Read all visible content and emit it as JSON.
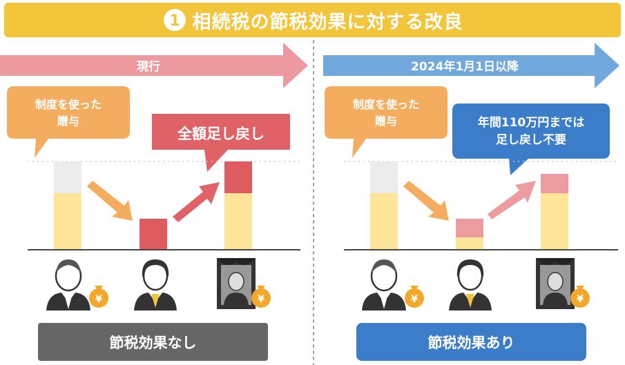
{
  "title": {
    "number_badge": "1",
    "text": "相続税の節税効果に対する改良"
  },
  "left_panel": {
    "timeline_label": "現行",
    "gift_bubble": "制度を使った\n贈与",
    "addback_bubble": "全額足し戻し",
    "result_label": "節税効果なし"
  },
  "right_panel": {
    "timeline_label": "2024年1月1日以降",
    "gift_bubble": "制度を使った\n贈与",
    "addback_bubble": "年間110万円までは\n足し戻し不要",
    "result_label": "節税効果あり"
  },
  "money_bag_symbol": "¥",
  "colors": {
    "title_bg": "#f2c53a",
    "left_arrow": "#ec9aa0",
    "right_arrow": "#72a9dc",
    "orange_bubble": "#f4ad5f",
    "red_bubble": "#e06266",
    "blue_bubble": "#3b7dc8",
    "bar_yellow": "#ffe59a",
    "bar_gray": "#ececec",
    "bar_red": "#de5b5f",
    "bar_pink": "#ec9c9f",
    "result_gray": "#666666",
    "result_blue": "#3b7dc8"
  }
}
